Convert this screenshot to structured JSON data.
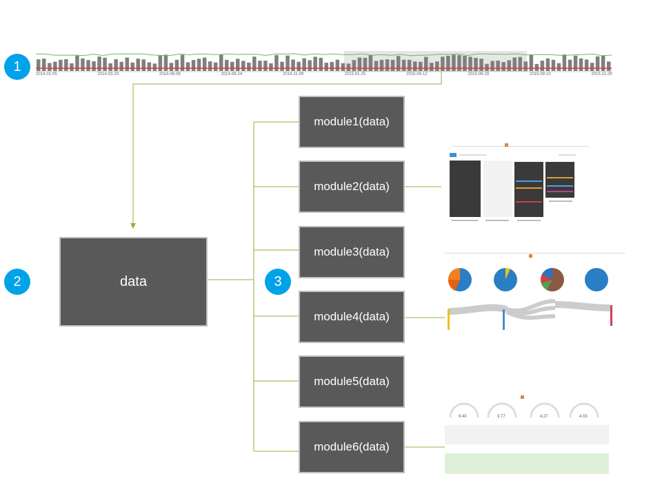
{
  "badges": {
    "one": "1",
    "two": "2",
    "three": "3"
  },
  "data_box": {
    "label": "data"
  },
  "modules": [
    {
      "label": "module1(data)"
    },
    {
      "label": "module2(data)"
    },
    {
      "label": "module3(data)"
    },
    {
      "label": "module4(data)"
    },
    {
      "label": "module5(data)"
    },
    {
      "label": "module6(data)"
    }
  ],
  "timeline": {
    "tick_labels": [
      "2014-01-05",
      "2014-03-23",
      "2014-06-08",
      "2014-08-24",
      "2014-11-09",
      "2015-01-25",
      "2015-04-12",
      "2015-06-28",
      "2015-09-13",
      "2015-11-29"
    ]
  },
  "thumbnail_module4": {
    "gauge_values": [
      "9.40",
      "3.77",
      "4.27",
      "4.03"
    ]
  },
  "colors": {
    "accent": "#00a2e8",
    "box_fill": "#595959",
    "connector": "#8fb33b",
    "bar": "#7f7f7f",
    "line": "#66bb66",
    "red_line": "#e03c2a"
  }
}
